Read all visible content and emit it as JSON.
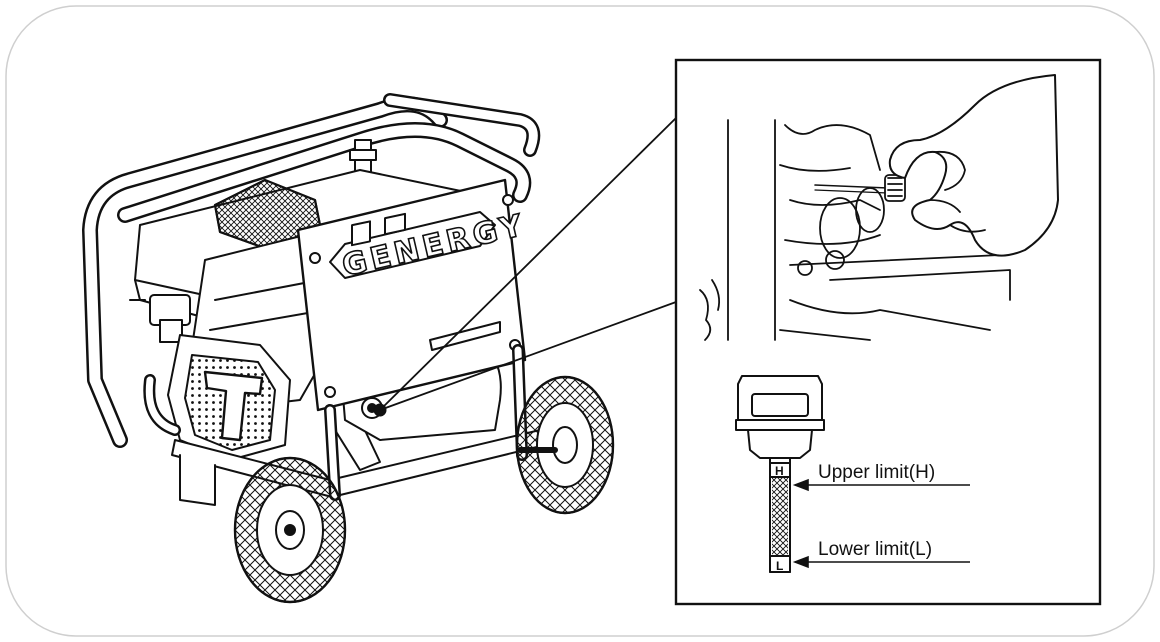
{
  "brand_logo": "GENERGY",
  "dipstick": {
    "upper_label": "Upper limit(H)",
    "lower_label": "Lower limit(L)",
    "upper_mark": "H",
    "lower_mark": "L"
  },
  "colors": {
    "line": "#111111",
    "frame": "#d0d0d0",
    "background": "#ffffff"
  }
}
